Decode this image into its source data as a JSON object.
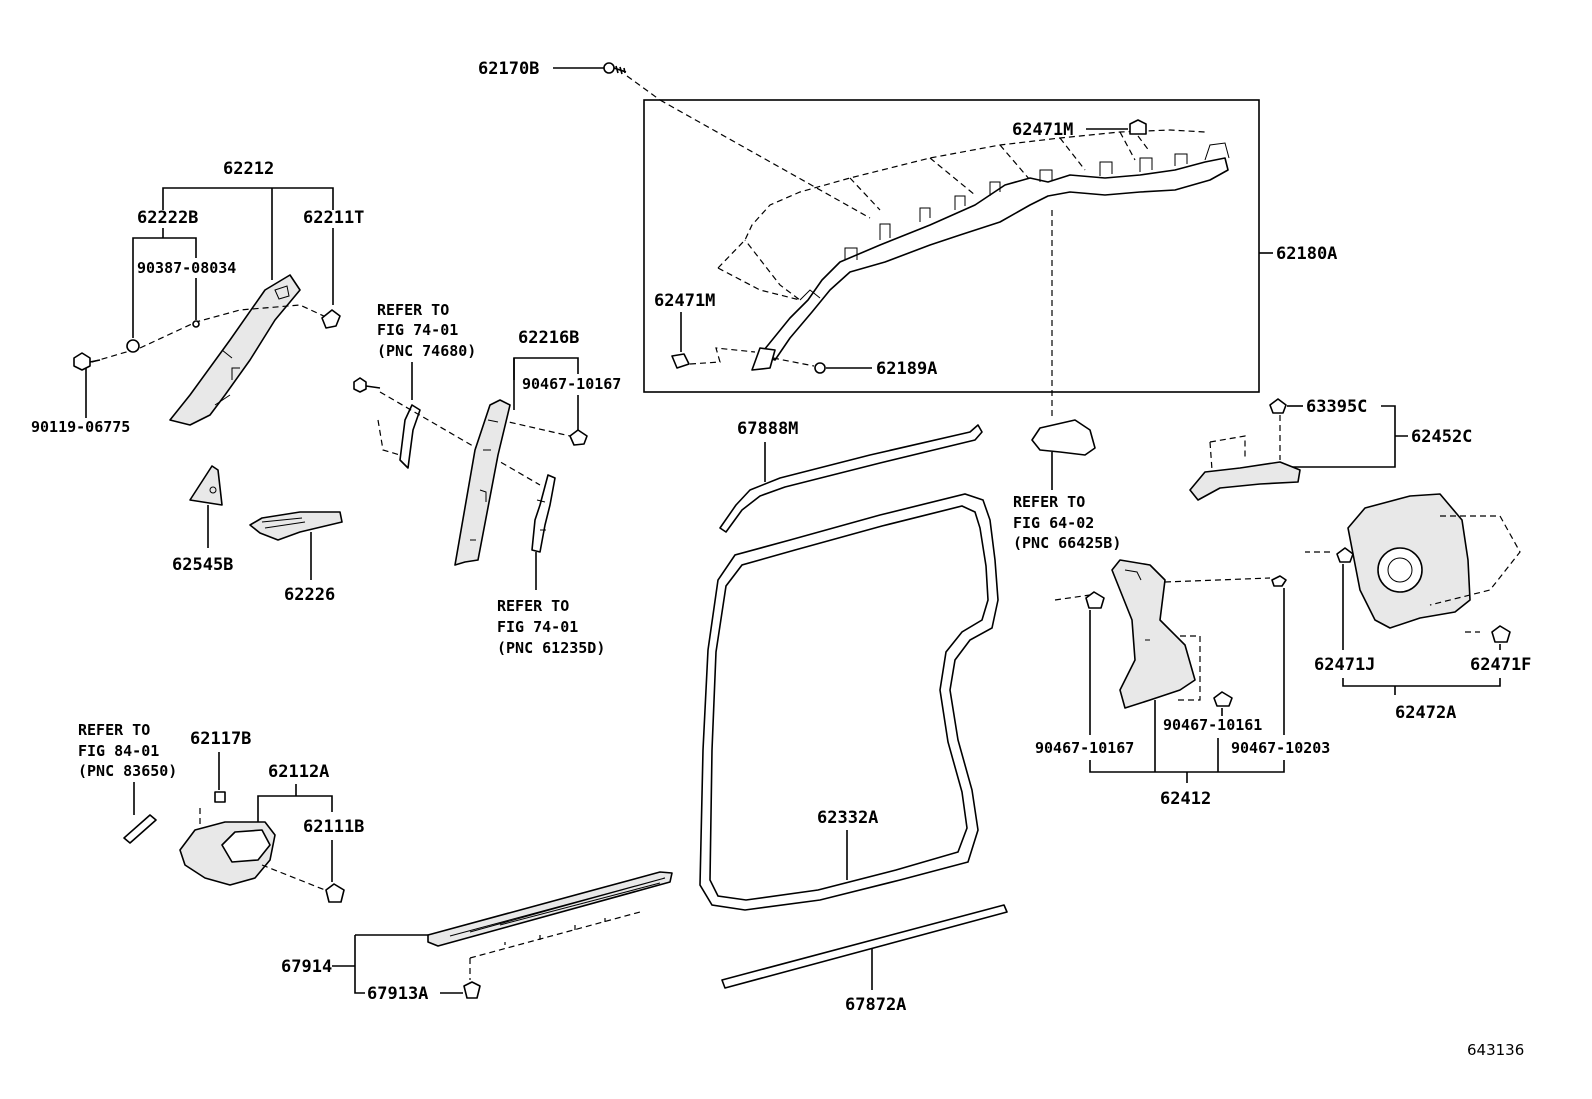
{
  "figure_number": "643136",
  "parts": {
    "p62170B": "62170B",
    "p62471M_top": "62471M",
    "p62180A": "62180A",
    "p62471M_left": "62471M",
    "p62189A": "62189A",
    "p62212": "62212",
    "p62222B": "62222B",
    "p62211T": "62211T",
    "p90387_08034": "90387-08034",
    "p90119_06775": "90119-06775",
    "p62216B": "62216B",
    "p90467_10167_a": "90467-10167",
    "p62545B": "62545B",
    "p62226": "62226",
    "p67888M": "67888M",
    "p63395C": "63395C",
    "p62452C": "62452C",
    "p62471J": "62471J",
    "p62471F": "62471F",
    "p62472A": "62472A",
    "p90467_10167_b": "90467-10167",
    "p90467_10161": "90467-10161",
    "p90467_10203": "90467-10203",
    "p62412": "62412",
    "p62117B": "62117B",
    "p62112A": "62112A",
    "p62111B": "62111B",
    "p62332A": "62332A",
    "p67914": "67914",
    "p67913A": "67913A",
    "p67872A": "67872A"
  },
  "references": {
    "ref1": {
      "line1": "REFER TO",
      "line2": "FIG 74-01",
      "line3": "(PNC 74680)"
    },
    "ref2": {
      "line1": "REFER TO",
      "line2": "FIG 74-01",
      "line3": "(PNC 61235D)"
    },
    "ref3": {
      "line1": "REFER TO",
      "line2": "FIG 64-02",
      "line3": "(PNC 66425B)"
    },
    "ref4": {
      "line1": "REFER TO",
      "line2": "FIG 84-01",
      "line3": "(PNC 83650)"
    }
  }
}
